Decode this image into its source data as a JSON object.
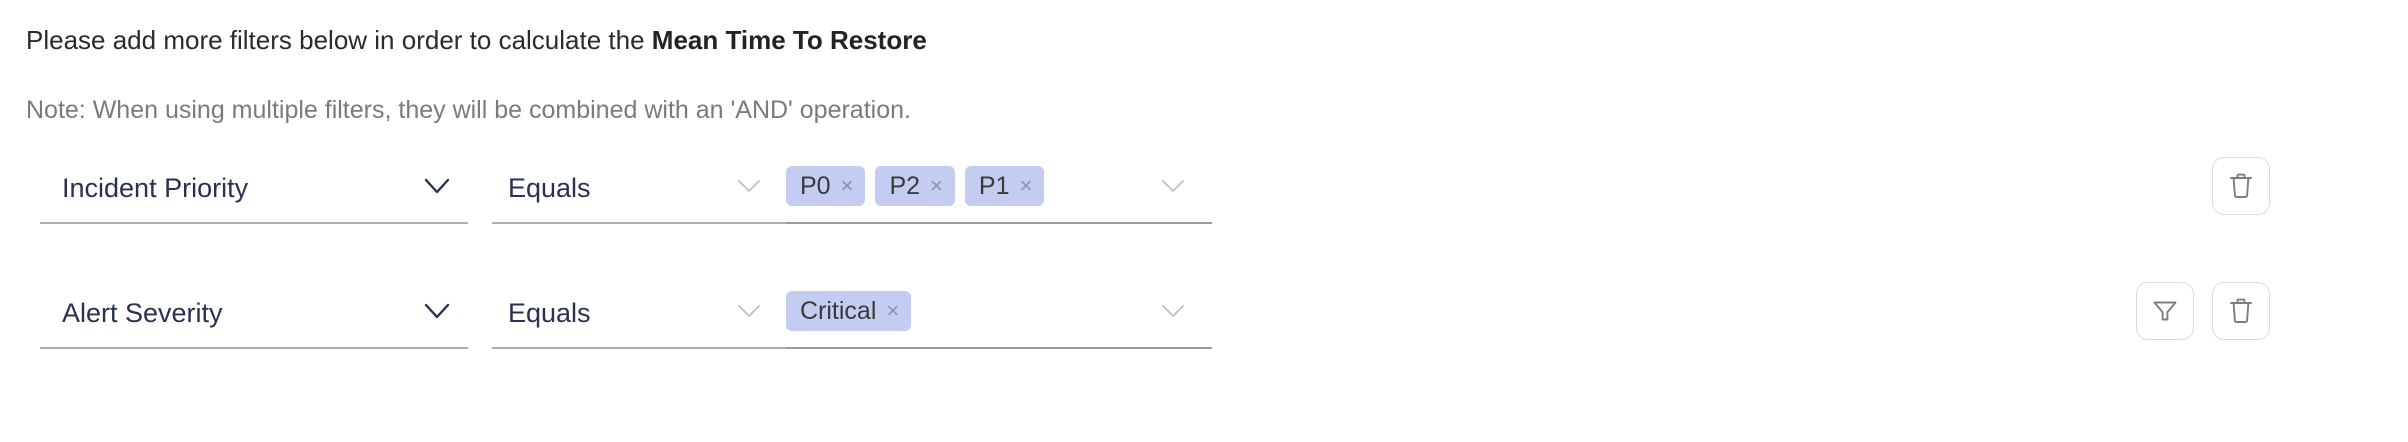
{
  "header": {
    "intro_prefix": "Please add more filters below in order to calculate the ",
    "intro_metric": "Mean Time To Restore",
    "note": "Note: When using multiple filters, they will be combined with an 'AND' operation."
  },
  "colors": {
    "field_text": "#28314f",
    "chip_bg": "#c4cdf1",
    "chip_text": "#3a3a3a",
    "note_text": "#7b7b7b",
    "underline": "#aeaeae",
    "button_border": "#dcdcdc",
    "icon_stroke": "#7d7d7d"
  },
  "filters": [
    {
      "attribute": "Incident Priority",
      "operator": "Equals",
      "values": [
        "P0",
        "P2",
        "P1"
      ],
      "remove_label": "×",
      "actions": [
        "delete-filter-button"
      ]
    },
    {
      "attribute": "Alert Severity",
      "operator": "Equals",
      "values": [
        "Critical"
      ],
      "remove_label": "×",
      "actions": [
        "add-filter-button",
        "delete-filter-button"
      ]
    }
  ]
}
